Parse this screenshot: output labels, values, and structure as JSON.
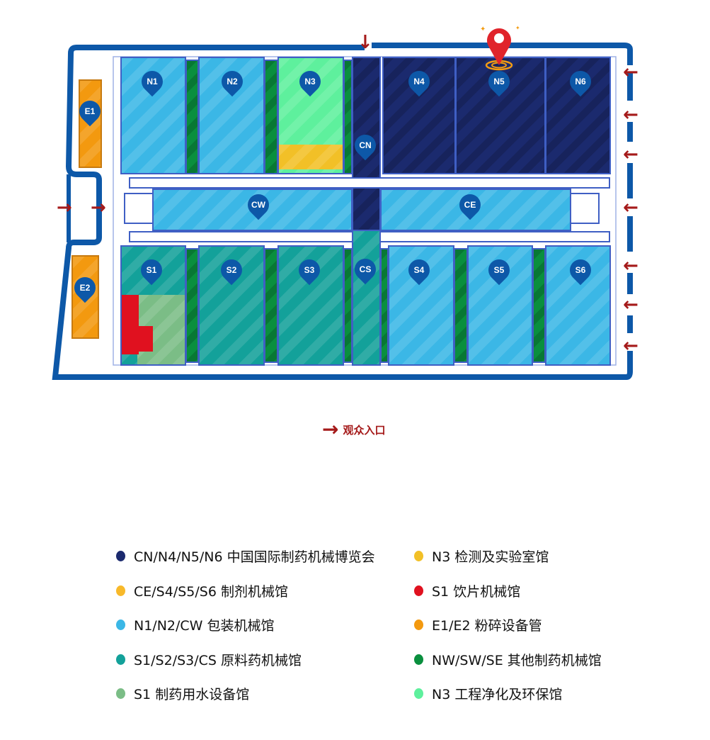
{
  "map": {
    "halls": {
      "N1": "N1",
      "N2": "N2",
      "N3": "N3",
      "N4": "N4",
      "N5": "N5",
      "N6": "N6",
      "CN": "CN",
      "CW": "CW",
      "CE": "CE",
      "CS": "CS",
      "S1": "S1",
      "S2": "S2",
      "S3": "S3",
      "S4": "S4",
      "S5": "S5",
      "S6": "S6",
      "E1": "E1",
      "E2": "E2"
    },
    "entrance_label": "观众入口",
    "colors": {
      "navy": "#1b2a6e",
      "yellow": "#f2c027",
      "light_blue": "#3bb7e6",
      "teal": "#13a19a",
      "light_green": "#7bbd86",
      "red": "#e0111f",
      "orange": "#f3990f",
      "green": "#0a8f3e",
      "mint": "#5ef09d",
      "frame": "#0d58a8",
      "arrow": "#a51a1a"
    }
  },
  "legend": [
    {
      "label": "CN/N4/N5/N6 中国国际制药机械博览会",
      "color": "#1b2a6e"
    },
    {
      "label": "N3 检测及实验室馆",
      "color": "#f2c027"
    },
    {
      "label": "CE/S4/S5/S6 制剂机械馆",
      "color": "#f8b92a"
    },
    {
      "label": "S1 饮片机械馆",
      "color": "#e0111f"
    },
    {
      "label": "N1/N2/CW 包装机械馆",
      "color": "#3bb7e6"
    },
    {
      "label": "E1/E2 粉碎设备管",
      "color": "#f3990f"
    },
    {
      "label": "S1/S2/S3/CS 原料药机械馆",
      "color": "#13a19a"
    },
    {
      "label": "NW/SW/SE 其他制药机械馆",
      "color": "#0a8f3e"
    },
    {
      "label": "S1 制药用水设备馆",
      "color": "#7bbd86"
    },
    {
      "label": "N3 工程净化及环保馆",
      "color": "#5ef09d"
    }
  ]
}
